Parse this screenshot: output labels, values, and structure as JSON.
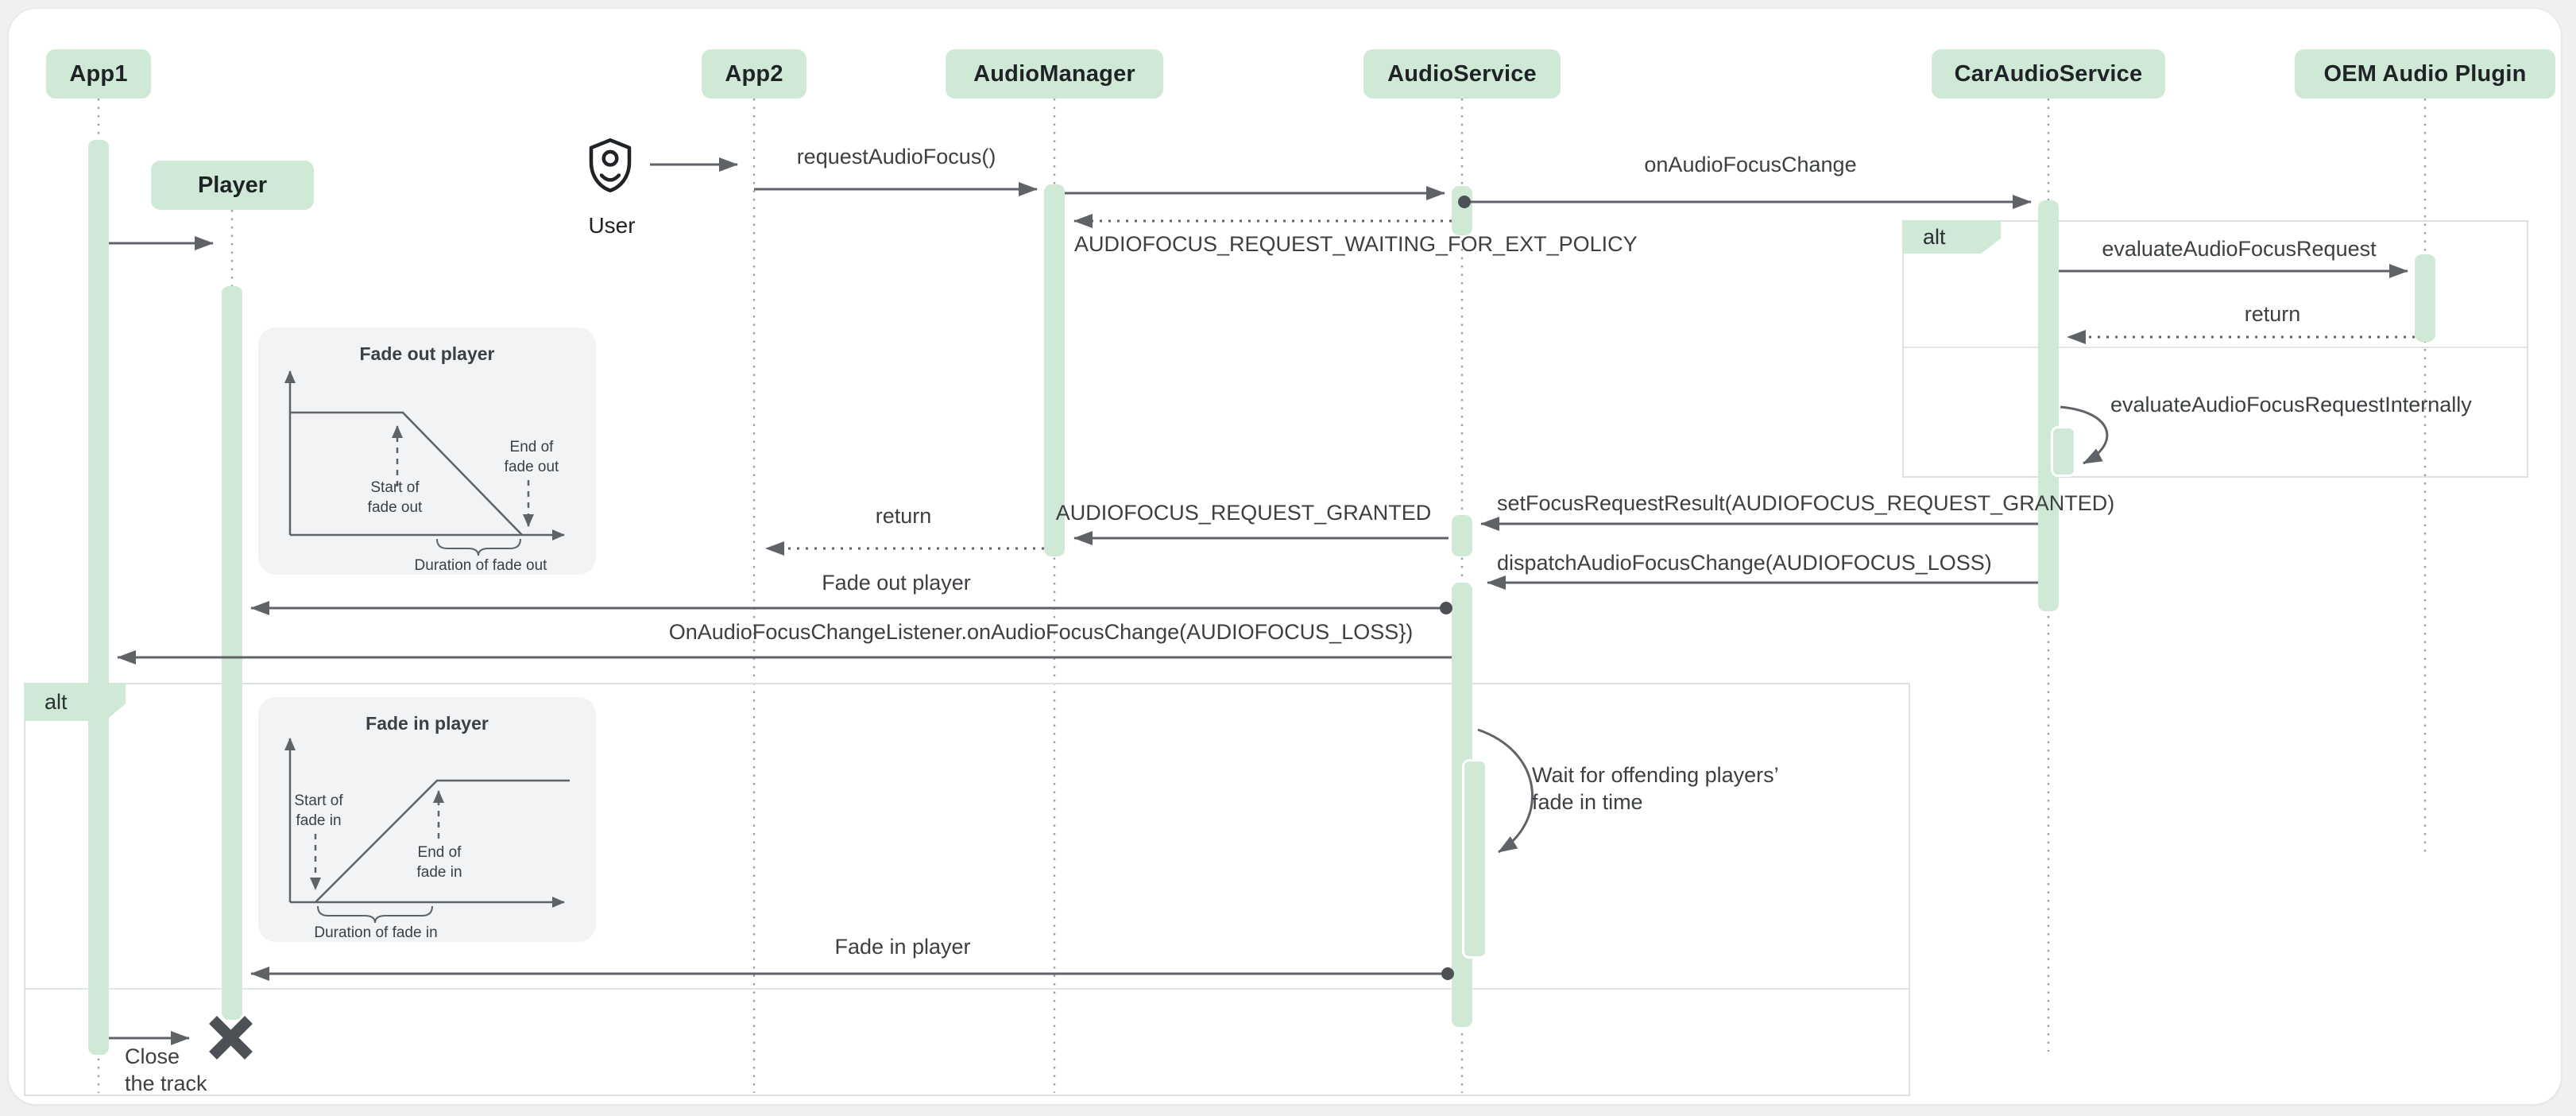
{
  "participants": [
    {
      "label": "App1"
    },
    {
      "label": "App2"
    },
    {
      "label": "AudioManager"
    },
    {
      "label": "AudioService"
    },
    {
      "label": "CarAudioService"
    },
    {
      "label": "OEM Audio Plugin"
    }
  ],
  "objects": {
    "player": "Player",
    "user": "User"
  },
  "fragments": {
    "right_alt_label": "alt",
    "left_alt_label": "alt"
  },
  "messages": {
    "request_audio_focus": "requestAudioFocus()",
    "on_audio_focus_change": "onAudioFocusChange",
    "waiting_policy": "AUDIOFOCUS_REQUEST_WAITING_FOR_EXT_POLICY",
    "evaluate_request": "evaluateAudioFocusRequest",
    "return_right": "return",
    "evaluate_internal": "evaluateAudioFocusRequestInternally",
    "set_focus_result": "setFocusRequestResult(AUDIOFOCUS_REQUEST_GRANTED)",
    "request_granted": "AUDIOFOCUS_REQUEST_GRANTED",
    "return_left": "return",
    "dispatch_change": "dispatchAudioFocusChange(AUDIOFOCUS_LOSS)",
    "fade_out_player": "Fade out player",
    "on_change_listener": "OnAudioFocusChangeListener.onAudioFocusChange(AUDIOFOCUS_LOSS})",
    "fade_in_player": "Fade in player"
  },
  "notes": {
    "wait_line1": "Wait for offending players’",
    "wait_line2": "fade in time",
    "close_line1": "Close",
    "close_line2": "the track"
  },
  "insets": {
    "fade_out": {
      "title": "Fade out player",
      "start_line1": "Start of",
      "start_line2": "fade out",
      "end_line1": "End of",
      "end_line2": "fade out",
      "duration": "Duration of fade out"
    },
    "fade_in": {
      "title": "Fade in player",
      "start_line1": "Start of",
      "start_line2": "fade in",
      "end_line1": "End of",
      "end_line2": "fade in",
      "duration": "Duration of fade in"
    }
  },
  "colors": {
    "accent_green": "#cfe9d6",
    "line_gray": "#5f6368",
    "text_dark": "#3c4043",
    "lifeline_gray": "#9aa0a6",
    "inset_bg": "#f1f3f4",
    "fragment_border": "#dcdfe3",
    "page_bg": "#eef0f2"
  }
}
